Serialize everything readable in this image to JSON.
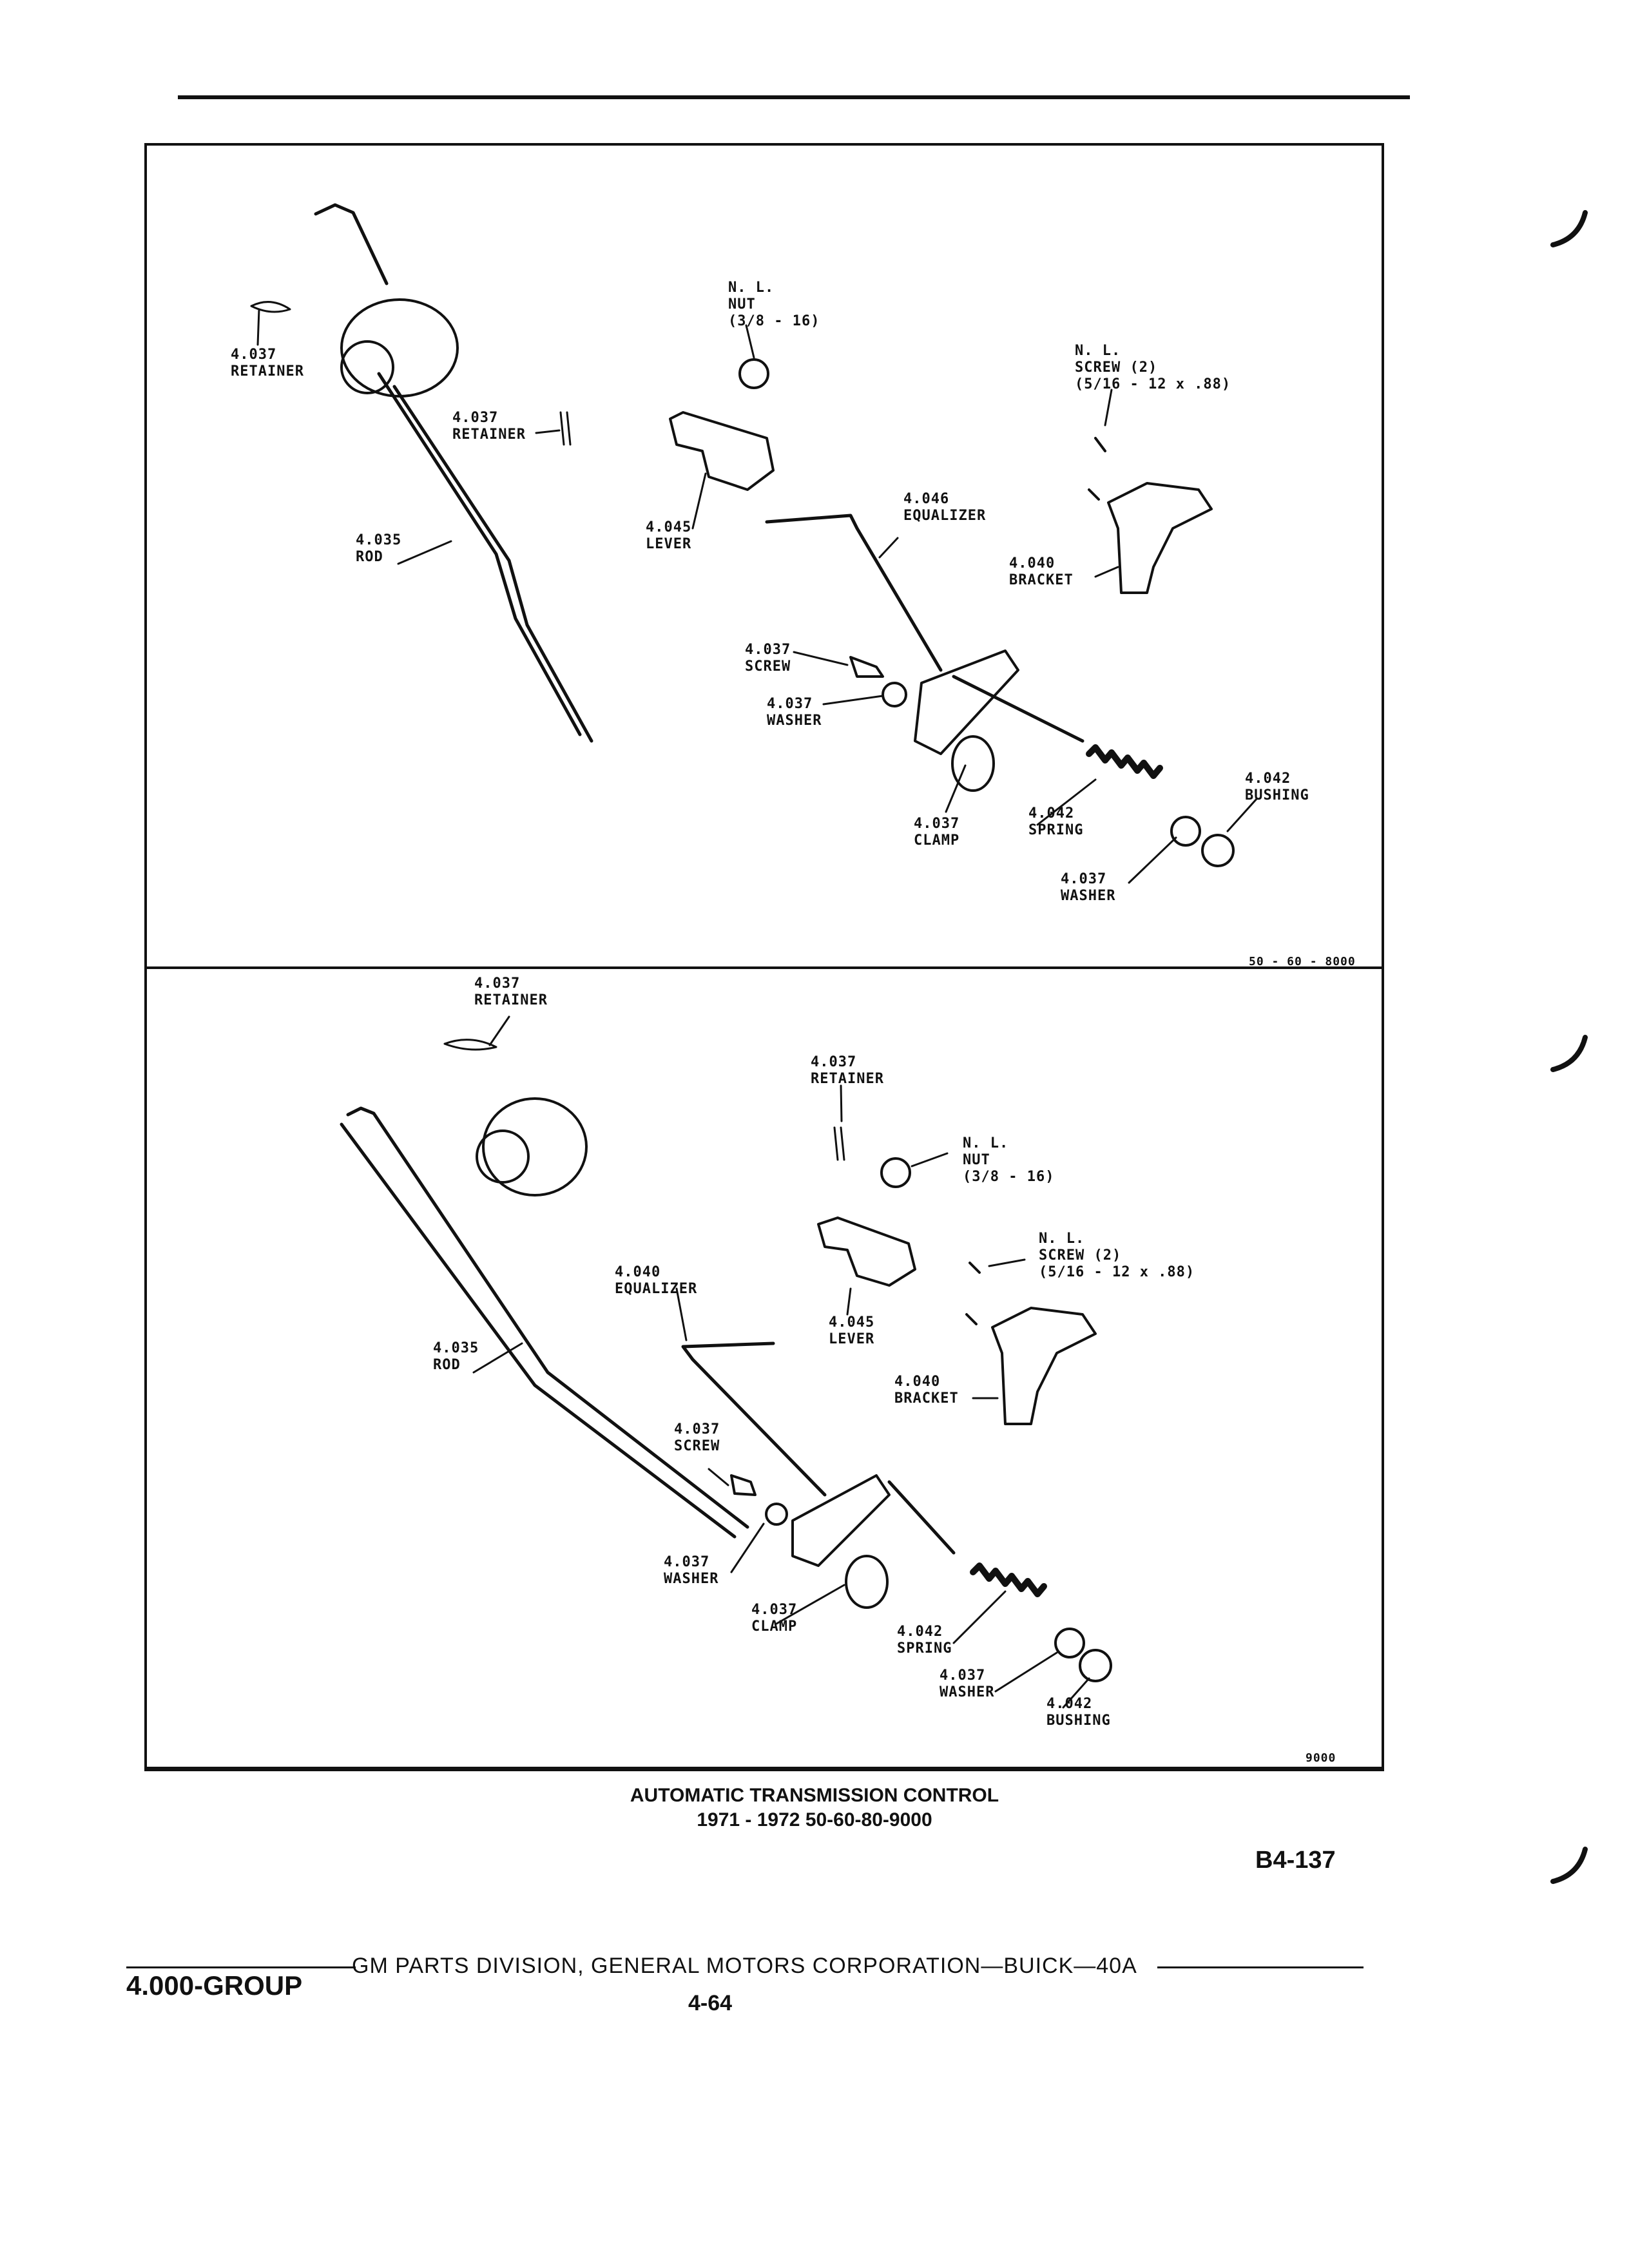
{
  "top_panel": {
    "labels": {
      "retainer_left": "4.037\nRETAINER",
      "retainer_mid": "4.037\nRETAINER",
      "rod": "4.035\nROD",
      "lever": "4.045\nLEVER",
      "nut": "N. L.\nNUT\n(3/8 - 16)",
      "screw_nl": "N. L.\nSCREW (2)\n(5/16 - 12 x .88)",
      "equalizer": "4.046\nEQUALIZER",
      "bracket": "4.040\nBRACKET",
      "screw": "4.037\nSCREW",
      "washer_a": "4.037\nWASHER",
      "clamp": "4.037\nCLAMP",
      "spring": "4.042\nSPRING",
      "bushing": "4.042\nBUSHING",
      "washer_b": "4.037\nWASHER"
    },
    "figure_number": "50 - 60 - 8000"
  },
  "bottom_panel": {
    "labels": {
      "retainer_left": "4.037\nRETAINER",
      "retainer_mid": "4.037\nRETAINER",
      "nut": "N. L.\nNUT\n(3/8 - 16)",
      "screw_nl": "N. L.\nSCREW (2)\n(5/16 - 12 x .88)",
      "equalizer": "4.040\nEQUALIZER",
      "lever": "4.045\nLEVER",
      "rod": "4.035\nROD",
      "bracket": "4.040\nBRACKET",
      "screw": "4.037\nSCREW",
      "washer_a": "4.037\nWASHER",
      "clamp": "4.037\nCLAMP",
      "spring": "4.042\nSPRING",
      "washer_b": "4.037\nWASHER",
      "bushing": "4.042\nBUSHING"
    },
    "figure_number": "9000"
  },
  "caption": {
    "line1": "AUTOMATIC TRANSMISSION CONTROL",
    "line2": "1971 - 1972 50-60-80-9000"
  },
  "page_code": "B4-137",
  "footer": {
    "group": "4.000-GROUP",
    "publisher": "GM PARTS DIVISION, GENERAL MOTORS CORPORATION—BUICK—40A",
    "page_number": "4-64"
  }
}
